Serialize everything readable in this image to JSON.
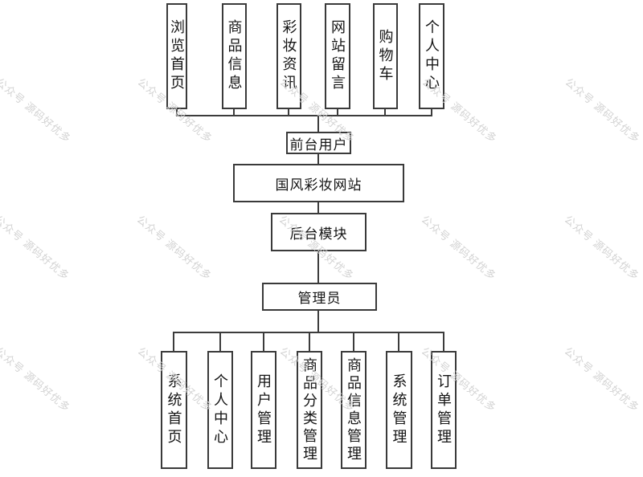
{
  "diagram": {
    "site_title": "国风彩妆网站",
    "frontend_user_label": "前台用户",
    "backend_module_label": "后台模块",
    "admin_label": "管理员",
    "frontend_modules": [
      "浏览首页",
      "商品信息",
      "彩妆资讯",
      "网站留言",
      "购物车",
      "个人中心"
    ],
    "admin_modules": [
      "系统首页",
      "个人中心",
      "用户管理",
      "商品分类管理",
      "商品信息管理",
      "系统管理",
      "订单管理"
    ]
  },
  "watermark": {
    "text": "公众号 源码好优多"
  },
  "colors": {
    "background": "#ffffff",
    "border": "#3a3a3a",
    "connector": "#3c3c3c",
    "text": "#141414",
    "watermark": "#d3d3d3"
  }
}
